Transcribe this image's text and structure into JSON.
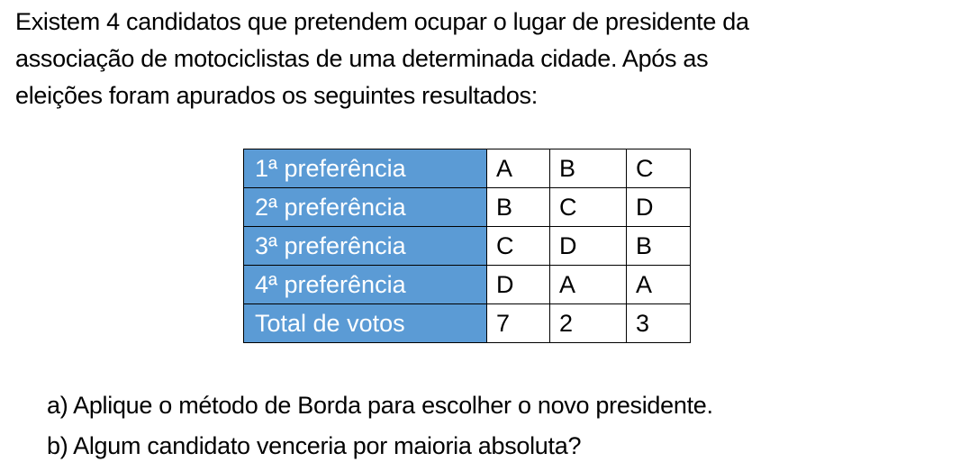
{
  "intro": {
    "lines": [
      "Existem 4 candidatos que pretendem ocupar o lugar de presidente da",
      "associação de motociclistas de uma determinada cidade. Após as",
      "eleições foram apurados os seguintes resultados:"
    ]
  },
  "table": {
    "header_color": "#5b9bd5",
    "rows": [
      {
        "label": "1ª preferência",
        "values": [
          "A",
          "B",
          "C"
        ]
      },
      {
        "label": "2ª preferência",
        "values": [
          "B",
          "C",
          "D"
        ]
      },
      {
        "label": "3ª preferência",
        "values": [
          "C",
          "D",
          "B"
        ]
      },
      {
        "label": "4ª preferência",
        "values": [
          "D",
          "A",
          "A"
        ]
      },
      {
        "label": "Total de votos",
        "values": [
          "7",
          "2",
          "3"
        ]
      }
    ]
  },
  "questions": [
    "a) Aplique o método de Borda para escolher o novo presidente.",
    "b) Algum candidato venceria por maioria absoluta?"
  ]
}
